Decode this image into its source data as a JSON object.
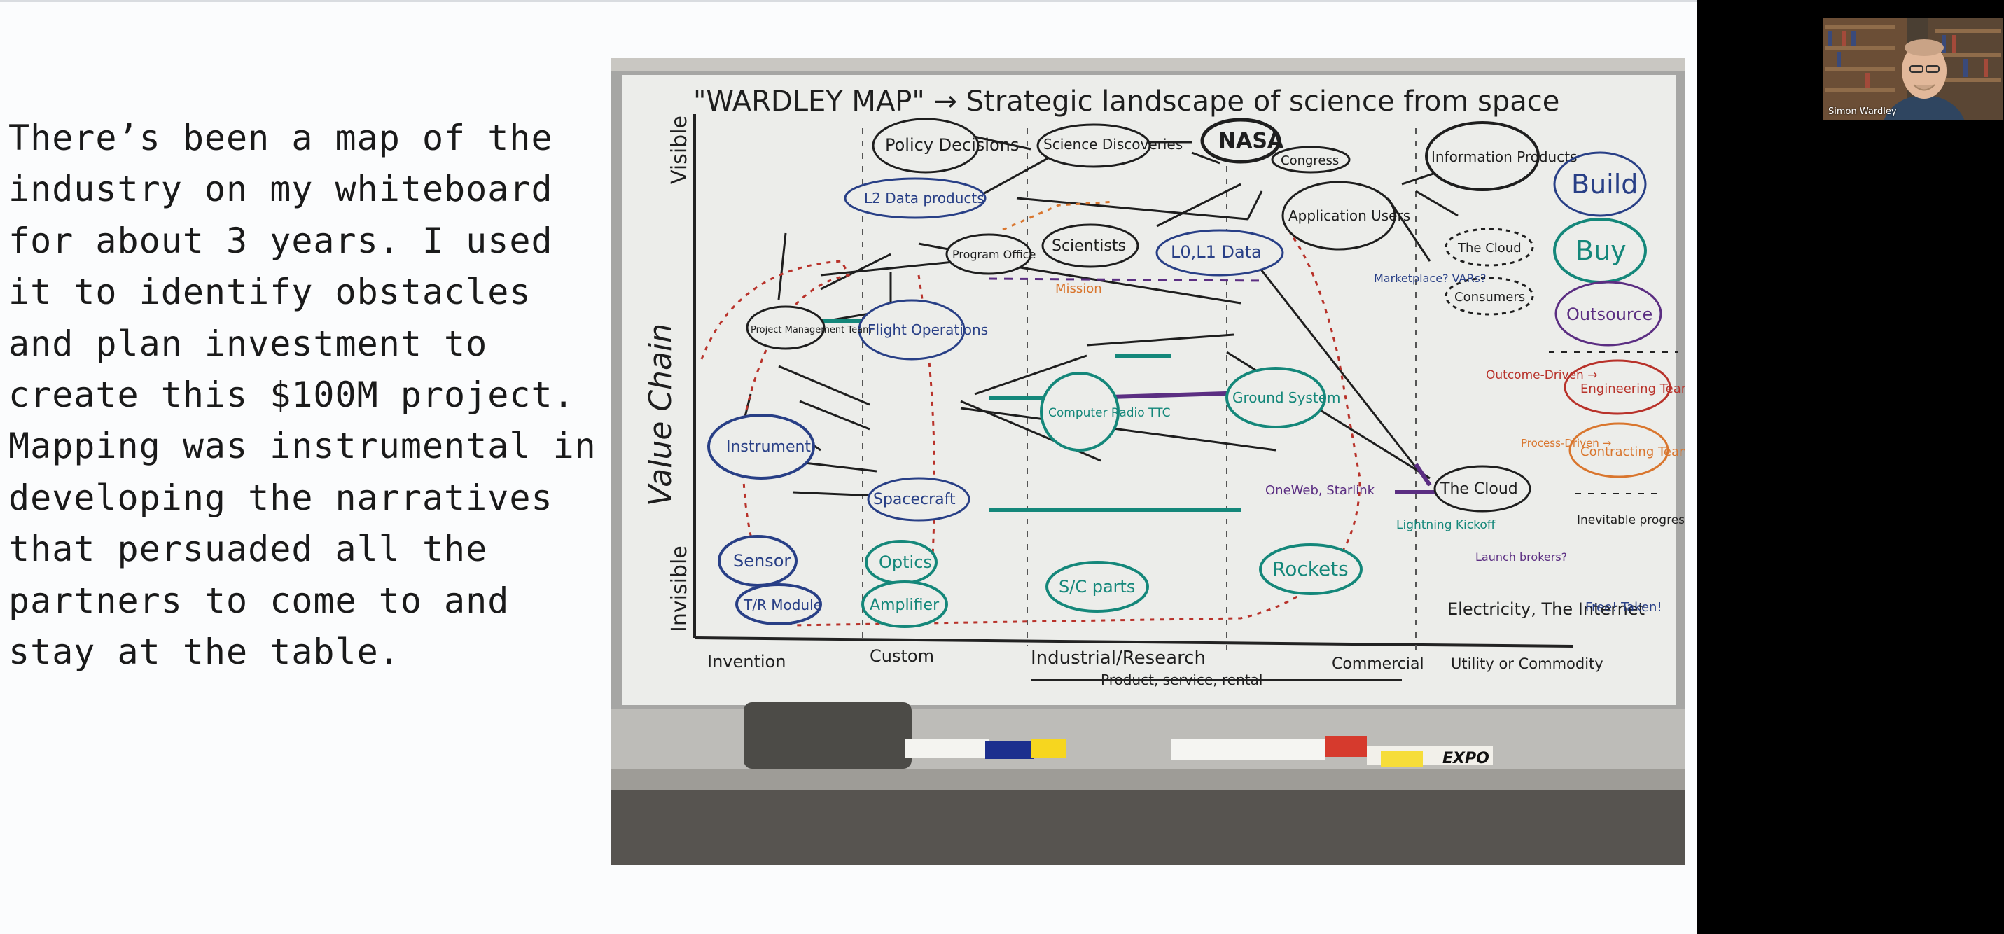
{
  "slide": {
    "text": "There’s been a map of the industry on my whiteboard for about 3 years. I used it to identify obstacles and plan investment to create this $100M project. Mapping was instrumental in developing the narratives that persuaded all the partners to come to and stay at the table."
  },
  "whiteboard": {
    "title": "\"WARDLEY MAP\" → Strategic landscape of science from space",
    "y_axis": {
      "label": "Value Chain",
      "top": "Visible",
      "bottom": "Invisible"
    },
    "x_axis": [
      "Invention",
      "Custom",
      "Industrial/Research",
      "Commercial",
      "Utility or Commodity"
    ],
    "x_axis_sub": "Product, service, rental",
    "nodes": {
      "policy": "Policy Decisions",
      "science": "Science Discoveries",
      "nasa": "NASA",
      "congress": "Congress",
      "info_products": "Information Products",
      "l2": "L2 Data products",
      "app_users": "Application Users",
      "program_office": "Program Office",
      "scientists": "Scientists",
      "mission": "Mission",
      "l0l1": "L0,L1 Data",
      "the_cloud_top": "The Cloud",
      "marketplace": "Marketplace? VARs?",
      "consumers": "Consumers",
      "pm_team": "Project Management Team",
      "flight_ops": "Flight Operations",
      "computer": "Computer Radio TTC",
      "ground": "Ground System",
      "instrument": "Instrument",
      "spacecraft": "Spacecraft",
      "oneweb": "OneWeb, Starlink",
      "the_cloud": "The Cloud",
      "lightning": "Lightning Kickoff",
      "sensor": "Sensor",
      "optics": "Optics",
      "tr_module": "T/R Module",
      "amplifier": "Amplifier",
      "sc_parts": "S/C parts",
      "rockets": "Rockets",
      "launch": "Launch brokers?",
      "electricity": "Electricity, The Internet"
    },
    "legend": {
      "build": "Build",
      "buy": "Buy",
      "outsource": "Outsource",
      "outcome_driven": "Outcome-Driven →",
      "engineering": "Engineering Team",
      "process_driven": "Process-Driven →",
      "contracting": "Contracting Team",
      "inevitable": "Inevitable progress?",
      "free": "Free! Taken!"
    },
    "marker_brand": "EXPO"
  },
  "participant": {
    "name": "Simon Wardley"
  },
  "colors": {
    "black_ink": "#1e1e1e",
    "blue_ink": "#283f86",
    "green_ink": "#14877a",
    "red_ink": "#b8322a",
    "orange_ink": "#d9762e",
    "purple_ink": "#5b2e82"
  }
}
